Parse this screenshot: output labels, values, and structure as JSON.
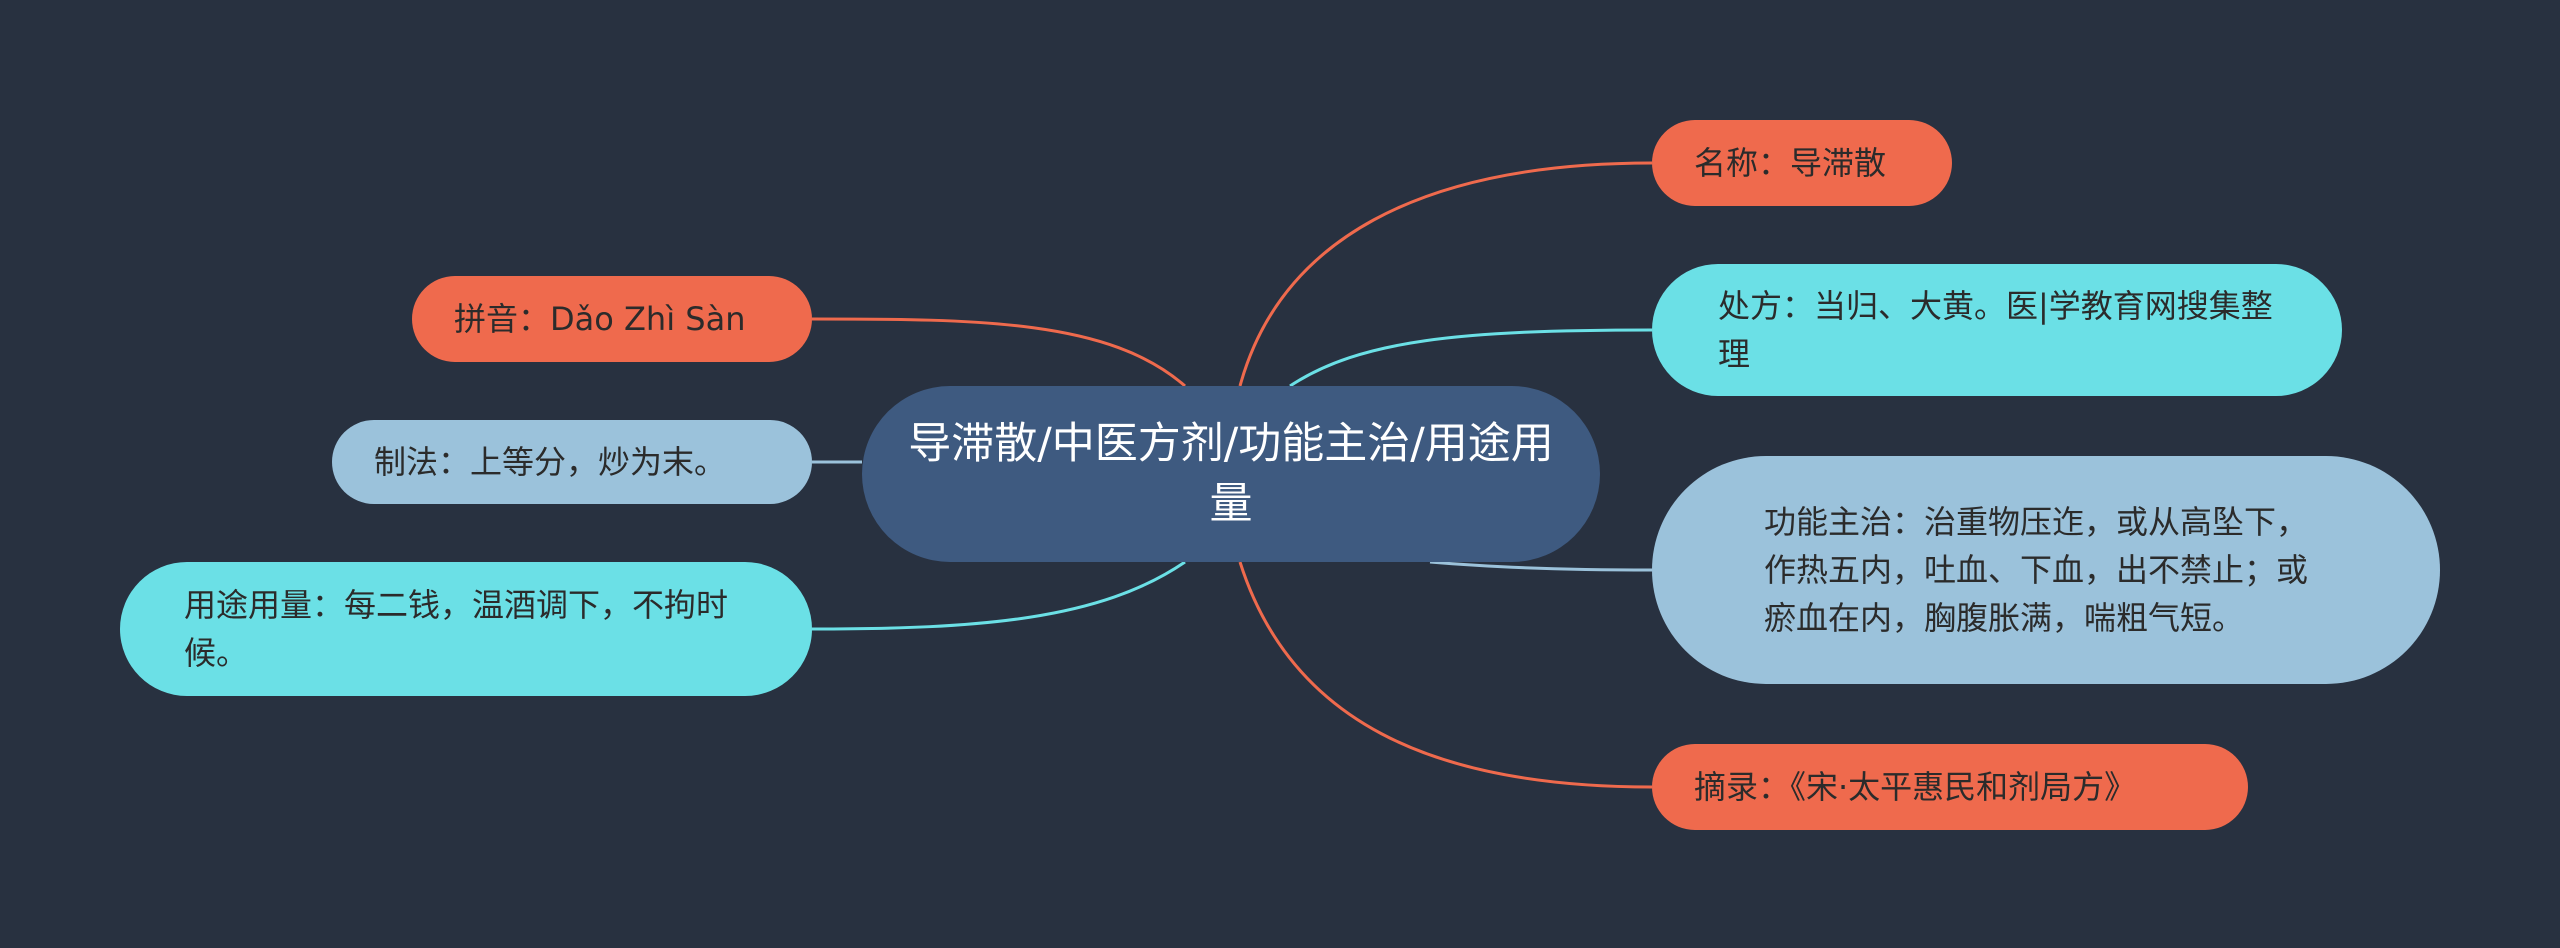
{
  "center": {
    "title": "导滞散/中医方剂/功能主治/用途用量"
  },
  "nodes": {
    "name": "名称：导滞散",
    "pinyin": "拼音：Dǎo Zhì Sàn",
    "method": "制法：上等分，炒为末。",
    "usage": "用途用量：每二钱，温酒调下，不拘时候。",
    "prescription": "处方：当归、大黄。医|学教育网搜集整理",
    "function": "功能主治：治重物压迮，或从高坠下，作热五内，吐血、下血，出不禁止；或瘀血在内，胸腹胀满，喘粗气短。",
    "excerpt": "摘录：《宋·太平惠民和剂局方》"
  },
  "colors": {
    "background": "#283140",
    "center": "#3e5a80",
    "orange": "#ef6a4d",
    "cyan": "#6be0e6",
    "light_blue": "#9bc2db"
  }
}
